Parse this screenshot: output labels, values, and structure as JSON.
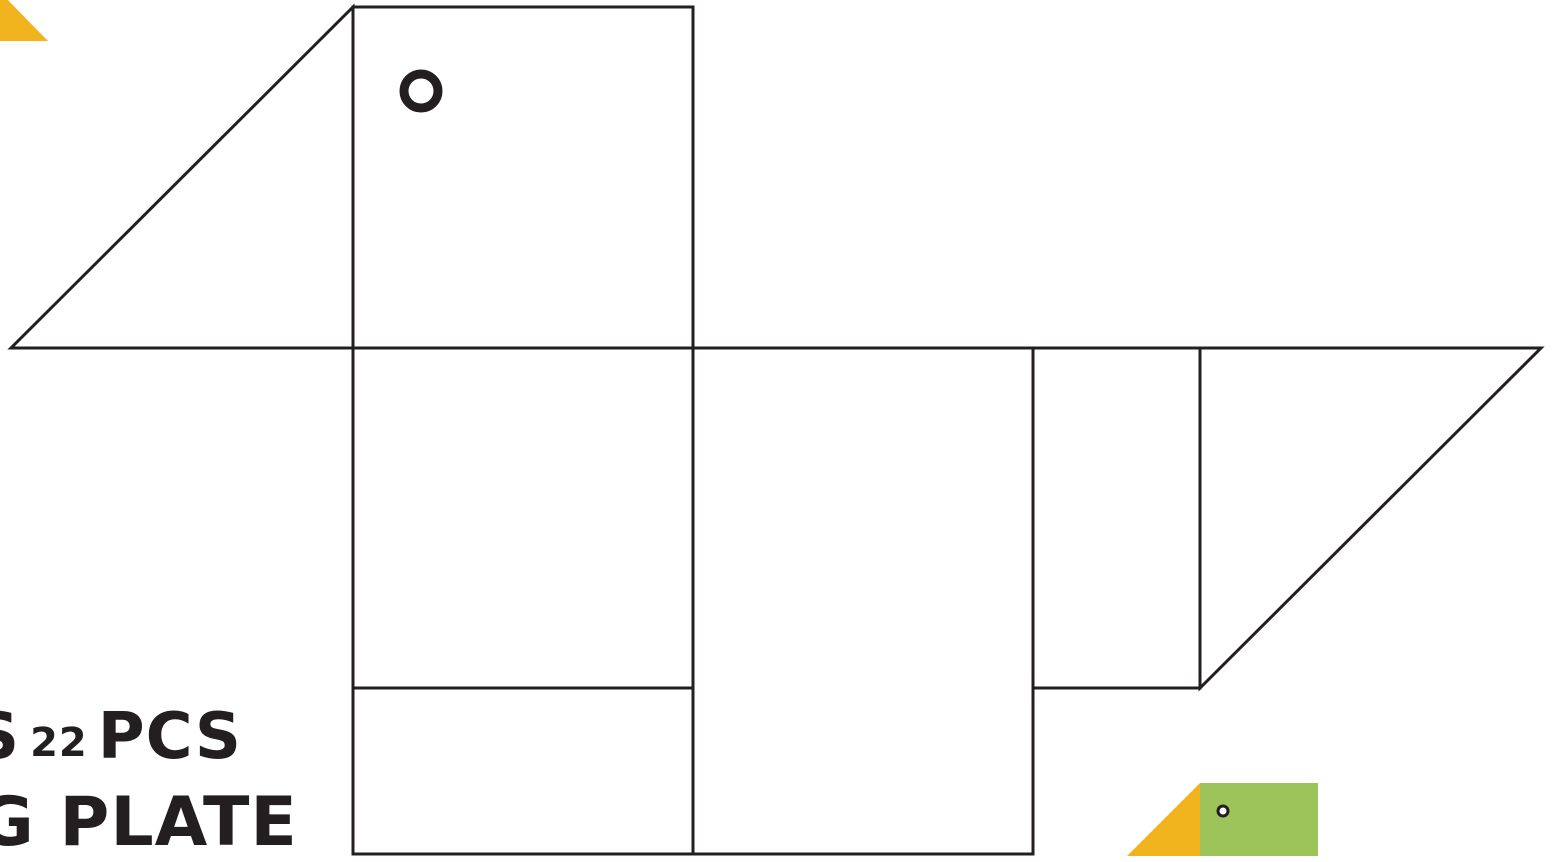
{
  "colors": {
    "outline": "#231f20",
    "text": "#231f20",
    "accent_yellow": "#f2b41e",
    "accent_green": "#9dc45a",
    "background": "#ffffff"
  },
  "caption": {
    "line1_prefix": "S",
    "line1_count": "22",
    "line1_suffix": "PCS",
    "line2": "G PLATE"
  },
  "icons": {
    "corner_triangle": "yellow-triangle-icon",
    "eye": "eye-icon",
    "mini_bird": "mini-bird-icon"
  }
}
